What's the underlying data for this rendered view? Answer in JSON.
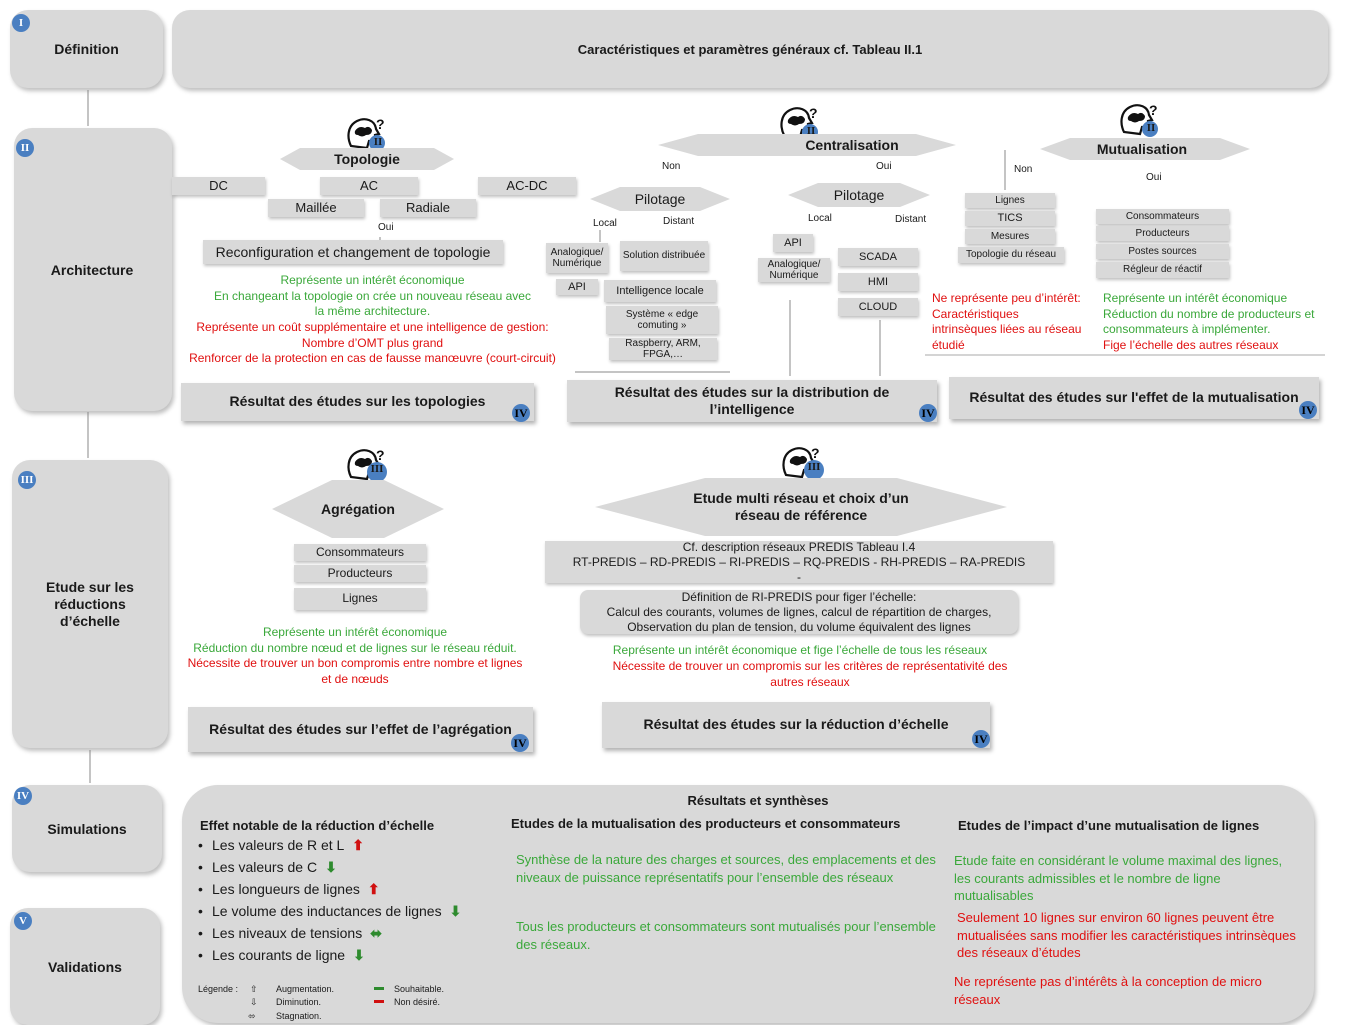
{
  "phases": {
    "definition": {
      "num": "I",
      "label": "Définition"
    },
    "architecture": {
      "num": "II",
      "label": "Architecture"
    },
    "etude": {
      "num": "III",
      "label": "Etude sur les réductions d’échelle"
    },
    "simulations": {
      "num": "IV",
      "label": "Simulations"
    },
    "validations": {
      "num": "V",
      "label": "Validations"
    }
  },
  "definition_box": "Caractéristiques et paramètres généraux cf. Tableau II.1",
  "topology": {
    "badge": "II",
    "title": "Topologie",
    "dc": "DC",
    "ac": "AC",
    "acdc": "AC-DC",
    "maillee": "Maillée",
    "radiale": "Radiale",
    "oui": "Oui",
    "reconfig": "Reconfiguration et changement de topologie",
    "green": [
      "Représente un intérêt économique",
      "En changeant la topologie on crée un nouveau réseau avec",
      "la même architecture."
    ],
    "red": [
      "Représente un coût supplémentaire et une intelligence de gestion:",
      "Nombre d’OMT plus grand",
      "Renforcer de la protection en cas de fausse manœuvre (court-circuit)"
    ],
    "result": "Résultat des études sur les topologies"
  },
  "centralisation": {
    "badge": "II",
    "title": "Centralisation",
    "non": "Non",
    "oui": "Oui",
    "pilotage": "Pilotage",
    "local": "Local",
    "distant": "Distant",
    "left_local": [
      "Analogique/ Numérique",
      "API"
    ],
    "left_distant": [
      "Solution distribuée",
      "Intelligence locale",
      "Système « edge comuting »",
      "Raspberry, ARM, FPGA,…"
    ],
    "right_local": [
      "API",
      "Analogique/ Numérique"
    ],
    "right_distant": [
      "SCADA",
      "HMI",
      "CLOUD"
    ],
    "result": "Résultat des études sur la distribution de l’intelligence"
  },
  "mutualisation": {
    "badge": "II",
    "title": "Mutualisation",
    "non": "Non",
    "oui": "Oui",
    "non_items": [
      "Lignes",
      "TICS",
      "Mesures",
      "Topologie du réseau"
    ],
    "oui_items": [
      "Consommateurs",
      "Producteurs",
      "Postes sources",
      "Régleur de réactif"
    ],
    "red": [
      "Ne représente peu d’intérêt:",
      "Caractéristiques",
      "intrinsèques liées au réseau",
      "étudié"
    ],
    "green": [
      "Représente un intérêt économique",
      "Réduction du nombre de producteurs et",
      "consommateurs à implémenter."
    ],
    "red2": "Fige l’échelle des autres réseaux",
    "result": "Résultat des études sur l'effet de la mutualisation"
  },
  "agregation": {
    "badge": "III",
    "title": "Agrégation",
    "items": [
      "Consommateurs",
      "Producteurs",
      "Lignes"
    ],
    "green": [
      "Représente un intérêt économique",
      "Réduction du nombre nœud et de lignes sur le réseau réduit."
    ],
    "red": [
      "Nécessite de trouver un bon compromis entre nombre et lignes",
      "et de nœuds"
    ],
    "result": "Résultat des études sur l’effet de l’agrégation"
  },
  "multi": {
    "badge": "III",
    "title": "Etude multi réseau et choix d’un réseau de référence",
    "predis_line1": "Cf. description réseaux PREDIS Tableau I.4",
    "predis_line2": "RT-PREDIS – RD-PREDIS – RI-PREDIS – RQ-PREDIS - RH-PREDIS – RA-PREDIS",
    "predis_line3": "-",
    "ri": [
      "Définition de RI-PREDIS pour figer l’échelle:",
      "Calcul des courants, volumes de lignes, calcul de répartition de charges,",
      "Observation du plan de tension, du volume équivalent des lignes"
    ],
    "green": "Représente un intérêt économique et fige l’échelle de tous les réseaux",
    "red": [
      "Nécessite de trouver un compromis sur les critères de représentativité des",
      "autres réseaux"
    ],
    "result": "Résultat des études sur la réduction d’échelle"
  },
  "results": {
    "title": "Résultats et synthèses",
    "col1_title": "Effet notable de la réduction d’échelle",
    "effects": [
      {
        "label": "Les valeurs de R et L",
        "arrow": "up"
      },
      {
        "label": "Les valeurs de C",
        "arrow": "down"
      },
      {
        "label": "Les longueurs de lignes",
        "arrow": "up"
      },
      {
        "label": "Le volume des inductances de lignes",
        "arrow": "down"
      },
      {
        "label": "Les niveaux de tensions",
        "arrow": "both"
      },
      {
        "label": "Les courants de ligne",
        "arrow": "down"
      }
    ],
    "legend": {
      "title": "Légende :",
      "aug": "Augmentation.",
      "dim": "Diminution.",
      "stag": "Stagnation.",
      "souh": "Souhaitable.",
      "nond": "Non désiré."
    },
    "col2_title": "Etudes de la mutualisation des producteurs et consommateurs",
    "col2_green1": "Synthèse de la nature des charges et sources, des emplacements et des niveaux de puissance représentatifs pour l’ensemble des réseaux",
    "col2_green2": "Tous les producteurs et consommateurs sont mutualisés pour l’ensemble des réseaux.",
    "col3_title": "Etudes de l’impact d’une mutualisation de lignes",
    "col3_green": "Etude faite en considérant le volume maximal des lignes, les courants admissibles et le nombre de ligne mutualisables",
    "col3_red1": "Seulement 10 lignes sur environ 60 lignes peuvent être mutualisées sans modifier les caractéristiques intrinsèques des réseaux d’études",
    "col3_red2": "Ne représente pas d’intérêts à la conception de micro réseaux"
  },
  "iv_label": "IV",
  "colors": {
    "panel": "#d9d9d9",
    "badge": "#4a7fc1",
    "green": "#3aa83a",
    "red": "#e01010",
    "arrow_green": "#2e8b2e",
    "arrow_red": "#d01010"
  }
}
